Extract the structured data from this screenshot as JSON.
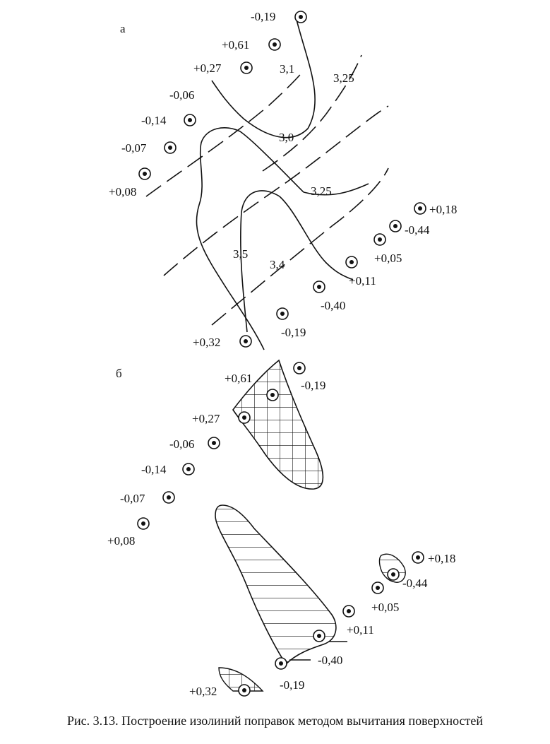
{
  "panels": {
    "a": "а",
    "b": "б"
  },
  "isolines": [
    "3,1",
    "3,25",
    "3,0",
    "3,25",
    "3,5",
    "3,4"
  ],
  "points": [
    "-0,19",
    "+0,61",
    "+0,27",
    "-0,06",
    "-0,14",
    "-0,07",
    "+0,08",
    "+0,18",
    "-0,44",
    "+0,05",
    "+0,11",
    "-0,40",
    "-0,19",
    "+0,32"
  ],
  "caption": "Рис. 3.13. Построение изолиний поправок методом вычитания поверхностей"
}
